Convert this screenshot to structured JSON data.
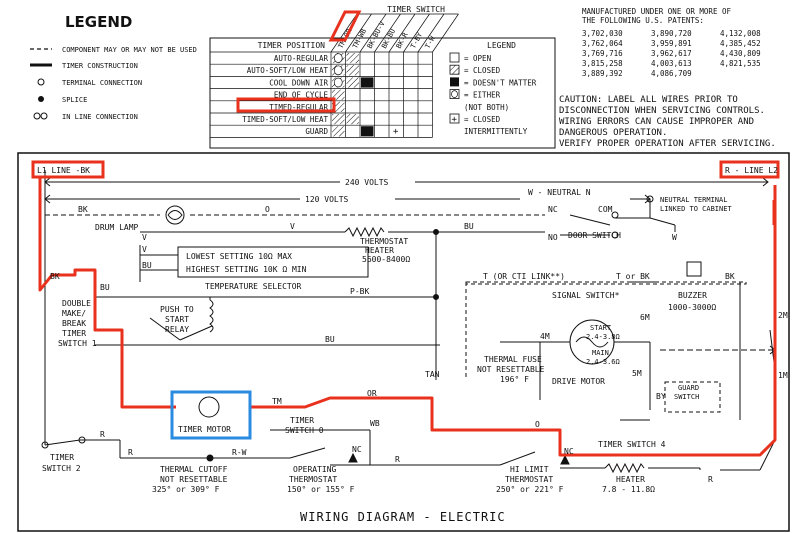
{
  "legend": {
    "title": "LEGEND",
    "items": [
      {
        "symbol": "dashed-line",
        "label": "COMPONENT MAY OR MAY NOT BE USED"
      },
      {
        "symbol": "thick-line",
        "label": "TIMER CONSTRUCTION"
      },
      {
        "symbol": "open-circle",
        "label": "TERMINAL CONNECTION"
      },
      {
        "symbol": "filled-dot",
        "label": "SPLICE"
      },
      {
        "symbol": "double-circle",
        "label": "IN LINE CONNECTION"
      }
    ]
  },
  "timer_chart": {
    "title": "TIMER SWITCH",
    "position_header": "TIMER POSITION",
    "columns": [
      "TM-OR",
      "TM-WB",
      "BK-BU-V",
      "BK-BU",
      "BK-R",
      "T-BY",
      "T-W"
    ],
    "rows": [
      "AUTO-REGULAR",
      "AUTO-SOFT/LOW HEAT",
      "COOL DOWN  AIR",
      "END OF CYCLE",
      "TIMED-REGULAR",
      "TIMED-SOFT/LOW HEAT",
      "GUARD"
    ],
    "key_title": "LEGEND",
    "key": [
      {
        "symbol": "empty",
        "label": "= OPEN"
      },
      {
        "symbol": "hatch",
        "label": "= CLOSED"
      },
      {
        "symbol": "filled",
        "label": "= DOESN'T MATTER"
      },
      {
        "symbol": "either",
        "label": "= EITHER"
      },
      {
        "symbol": "none",
        "label": "(NOT BOTH)"
      },
      {
        "symbol": "plus",
        "label": "= CLOSED"
      },
      {
        "symbol": "none",
        "label": "INTERMITTENTLY"
      }
    ],
    "highlight_column": "TM-OR",
    "highlight_row": "TIMED-REGULAR"
  },
  "patents": {
    "heading": [
      "MANUFACTURED UNDER ONE OR MORE OF",
      "THE FOLLOWING U.S. PATENTS:"
    ],
    "columns": [
      [
        "3,702,030",
        "3,762,064",
        "3,769,716",
        "3,815,258",
        "3,889,392"
      ],
      [
        "3,890,720",
        "3,959,891",
        "3,962,617",
        "4,003,613",
        "4,086,709"
      ],
      [
        "4,132,008",
        "4,385,452",
        "4,430,809",
        "4,821,535"
      ]
    ]
  },
  "caution": [
    "CAUTION: LABEL ALL WIRES PRIOR TO",
    "DISCONNECTION WHEN SERVICING CONTROLS.",
    "WIRING ERRORS CAN CAUSE IMPROPER AND",
    "DANGEROUS OPERATION.",
    "VERIFY PROPER OPERATION AFTER SERVICING."
  ],
  "diagram": {
    "title": "WIRING DIAGRAM - ELECTRIC",
    "labels": {
      "l1": "L1 LINE -BK",
      "l2": "R - LINE L2",
      "v240": "240 VOLTS",
      "v120": "120 VOLTS",
      "neutral": "W - NEUTRAL N",
      "neutral_terminal_1": "NEUTRAL TERMINAL",
      "neutral_terminal_2": "LINKED TO CABINET",
      "bk": "BK",
      "o": "O",
      "v": "V",
      "bu": "BU",
      "nc": "NC",
      "no": "NO",
      "com": "COM",
      "w": "W",
      "drum_lamp": "DRUM LAMP",
      "door_switch": "DOOR SWITCH",
      "thermostat_heater_1": "THERMOSTAT",
      "thermostat_heater_2": "HEATER",
      "thermostat_heater_3": "5600-8400Ω",
      "lowest_setting": "LOWEST SETTING  10Ω MAX",
      "highest_setting": "HIGHEST SETTING  10K Ω MIN",
      "temperature_selector": "TEMPERATURE SELECTOR",
      "cti_link": "T (OR CTI LINK**)",
      "t_or_bk": "T or BK",
      "signal_switch": "SIGNAL SWITCH*",
      "buzzer": "BUZZER",
      "buzzer_ohms": "1000-3000Ω",
      "double_break_1": "DOUBLE",
      "double_break_2": "MAKE/",
      "double_break_3": "BREAK",
      "double_break_4": "TIMER",
      "double_break_5": "SWITCH 1",
      "p_bk": "P-BK",
      "push_to_start_1": "PUSH TO",
      "push_to_start_2": "START",
      "push_to_start_3": "RELAY",
      "tan": "TAN",
      "m4": "4M",
      "m6": "6M",
      "m5": "5M",
      "m2": "2M",
      "m1": "1M",
      "start_ohms_1": "START",
      "start_ohms_2": "2.4-3.8Ω",
      "main_ohms_1": "MAIN",
      "main_ohms_2": "2.4-3.6Ω",
      "thermal_fuse_1": "THERMAL FUSE",
      "thermal_fuse_2": "NOT RESETTABLE",
      "thermal_fuse_3": "196° F",
      "drive_motor": "DRIVE MOTOR",
      "guard_switch_1": "GUARD",
      "guard_switch_2": "SWITCH",
      "by": "BY",
      "timer_motor": "TIMER MOTOR",
      "tm": "TM",
      "or": "OR",
      "wb": "WB",
      "timer_switch_0_1": "TIMER",
      "timer_switch_0_2": "SWITCH 0",
      "timer_switch_4": "TIMER SWITCH 4",
      "timer_switch_2_1": "TIMER",
      "timer_switch_2_2": "SWITCH 2",
      "r": "R",
      "rw": "R-W",
      "thermal_cutoff_1": "THERMAL CUTOFF",
      "thermal_cutoff_2": "NOT RESETTABLE",
      "thermal_cutoff_3": "325° or 309° F",
      "operating_tstat_1": "OPERATING",
      "operating_tstat_2": "THERMOSTAT",
      "operating_tstat_3": "150° or 155° F",
      "hi_limit_1": "HI LIMIT",
      "hi_limit_2": "THERMOSTAT",
      "hi_limit_3": "250° or 221° F",
      "heater_1": "HEATER",
      "heater_2": "7.8 - 11.8Ω"
    }
  },
  "colors": {
    "highlight_red": "#e8321e",
    "highlight_blue": "#2a8be0",
    "ink": "#111111"
  }
}
